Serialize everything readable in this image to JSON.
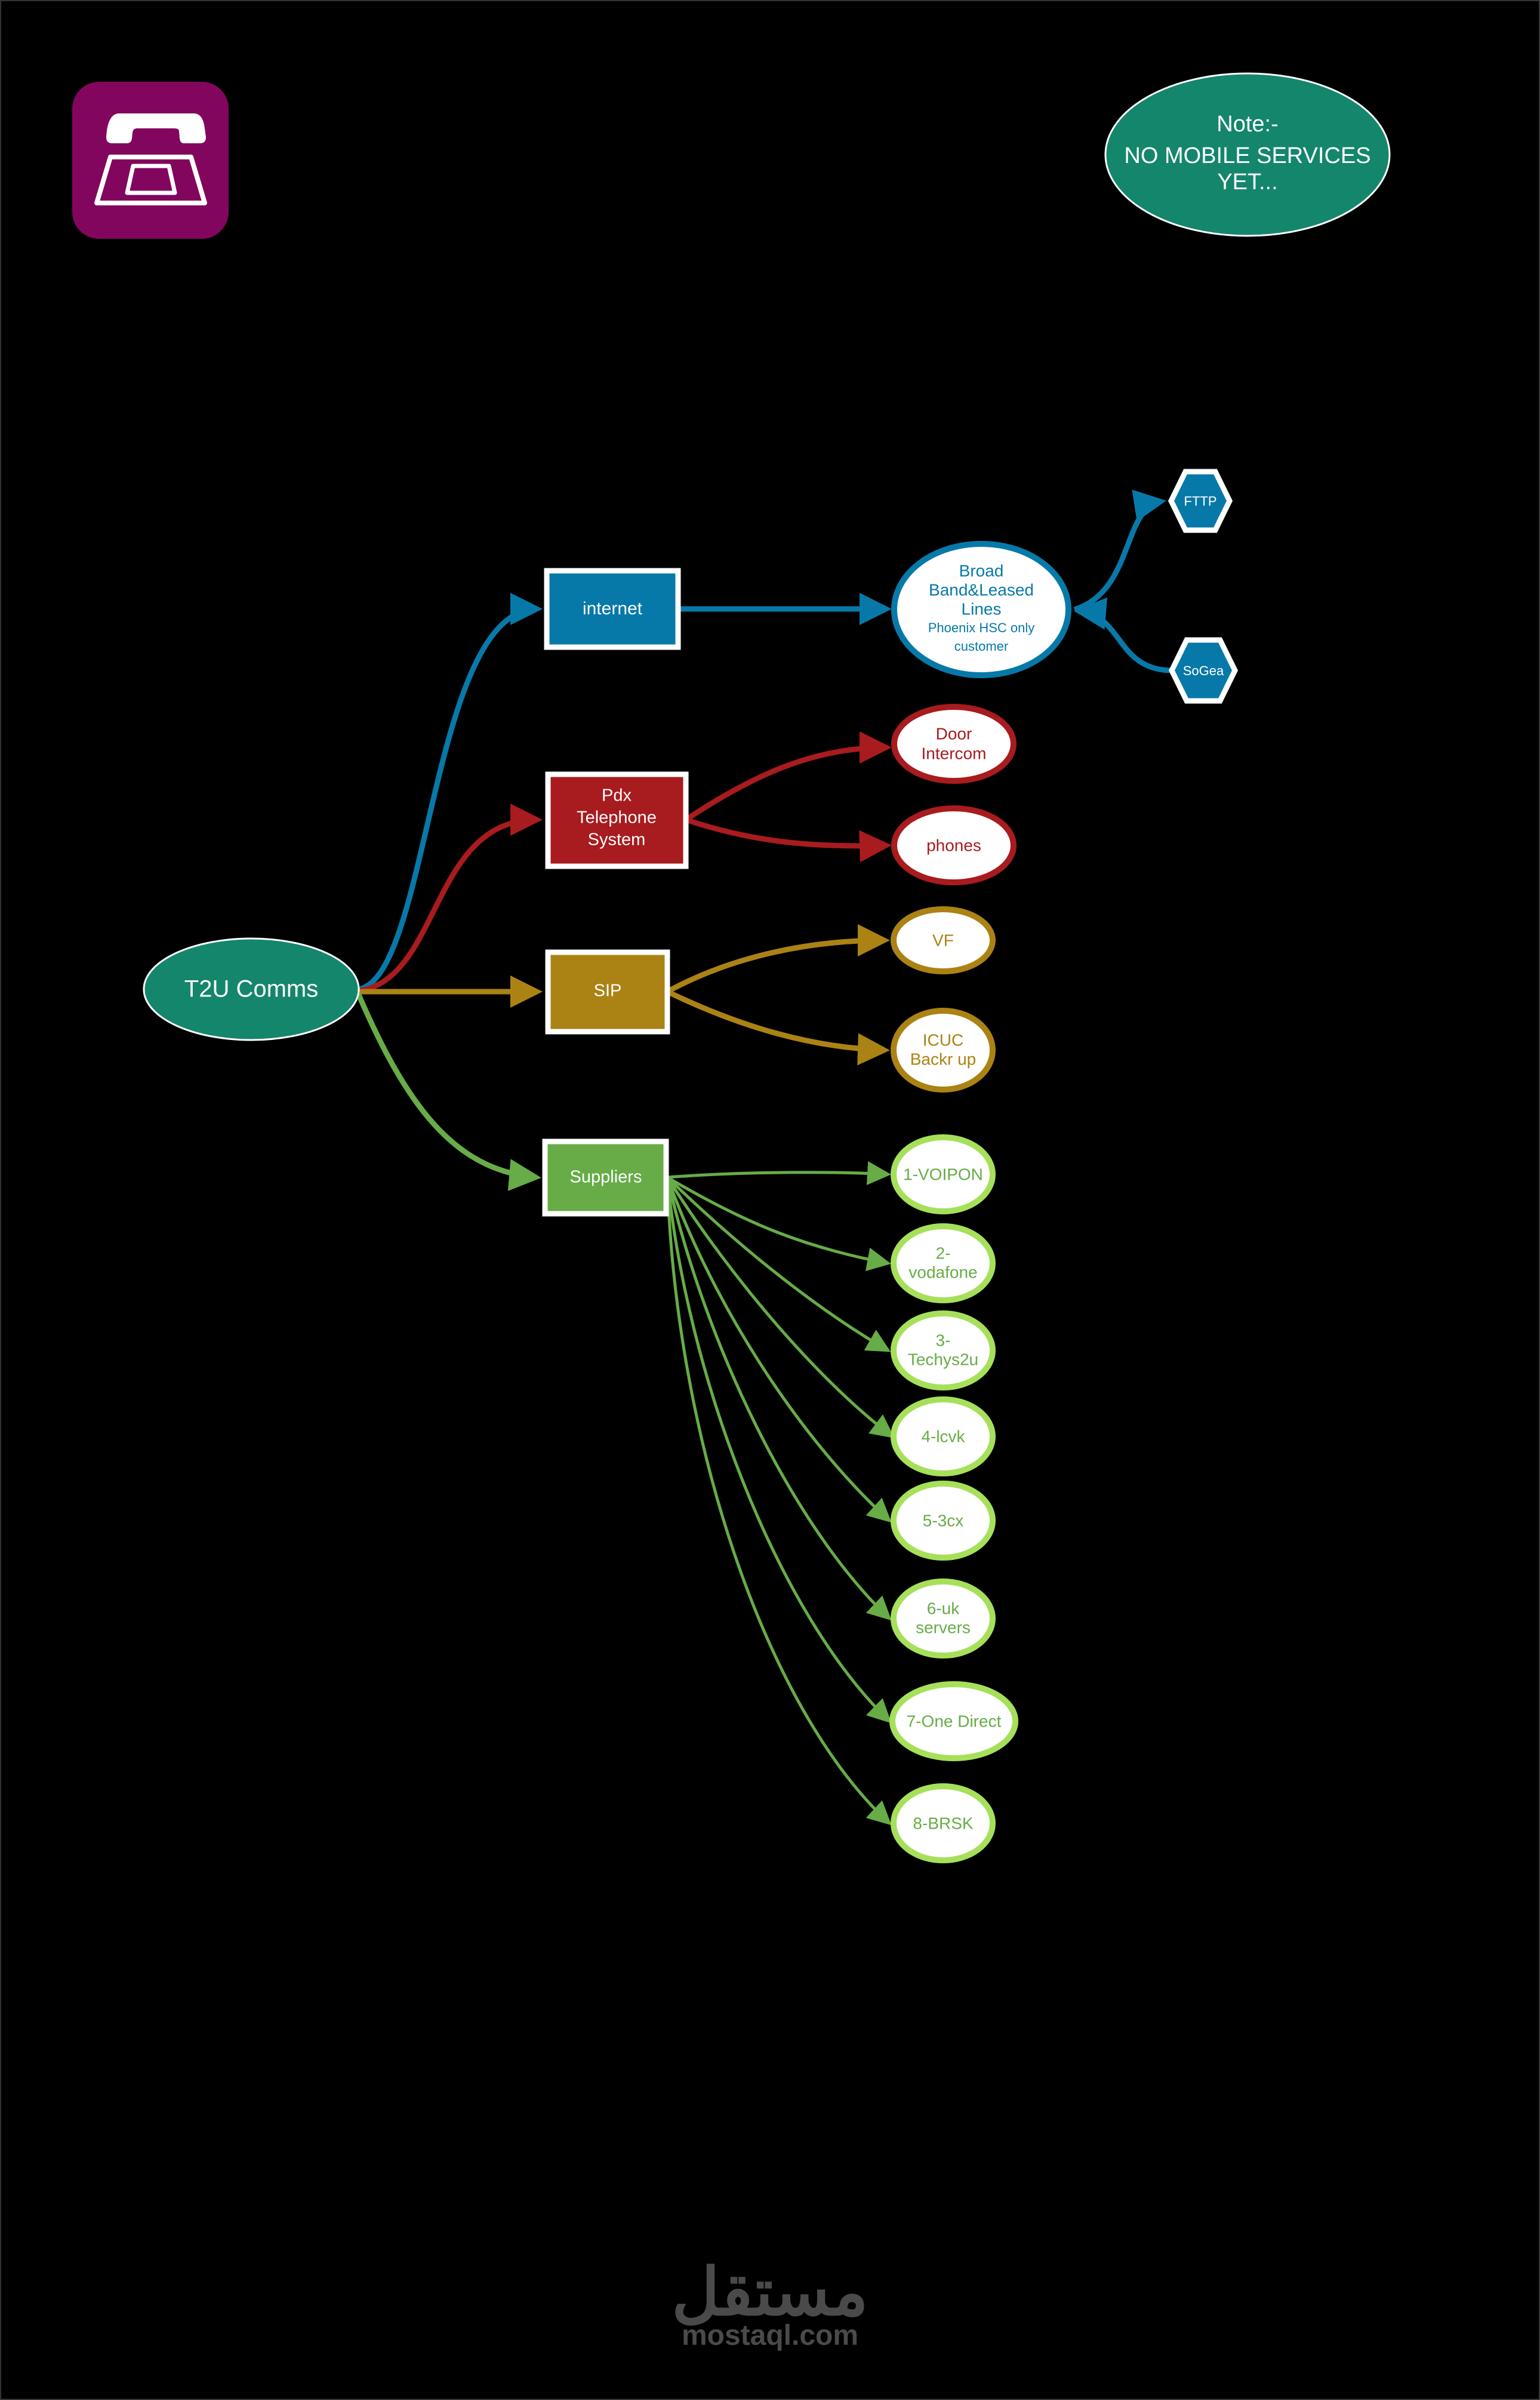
{
  "colors": {
    "background": "#000000",
    "logo": "#83065e",
    "root": "#14866b",
    "internet": "#0779a9",
    "pbx": "#a81b1e",
    "sip": "#ab8214",
    "suppliers": "#67ac47",
    "supplier_border": "#a6e05a",
    "watermark": "#4a4a4a"
  },
  "logo": {
    "icon": "telephone-icon"
  },
  "note": {
    "line1": "Note:-",
    "line2": "NO MOBILE SERVICES",
    "line3": "YET..."
  },
  "root": {
    "label": "T2U Comms"
  },
  "internet": {
    "label": "internet",
    "broadband": {
      "line1": "Broad",
      "line2": "Band&Leased",
      "line3": "Lines",
      "line4": "Phoenix HSC only",
      "line5": "customer"
    },
    "fttp": "FTTP",
    "sogea": "SoGea"
  },
  "pbx": {
    "line1": "Pdx",
    "line2": "Telephone",
    "line3": "System",
    "door": {
      "line1": "Door",
      "line2": "Intercom"
    },
    "phones": "phones"
  },
  "sip": {
    "label": "SIP",
    "vf": "VF",
    "icuc": {
      "line1": "ICUC",
      "line2": "Backr up"
    }
  },
  "suppliers": {
    "label": "Suppliers",
    "items": [
      {
        "line1": "1-VOIPON"
      },
      {
        "line1": "2-",
        "line2": "vodafone"
      },
      {
        "line1": "3-",
        "line2": "Techys2u"
      },
      {
        "line1": "4-lcvk"
      },
      {
        "line1": "5-3cx"
      },
      {
        "line1": "6-uk",
        "line2": "servers"
      },
      {
        "line1": "7-One Direct"
      },
      {
        "line1": "8-BRSK"
      }
    ]
  },
  "watermark": {
    "arabic": "مستقل",
    "latin": "mostaql.com"
  }
}
